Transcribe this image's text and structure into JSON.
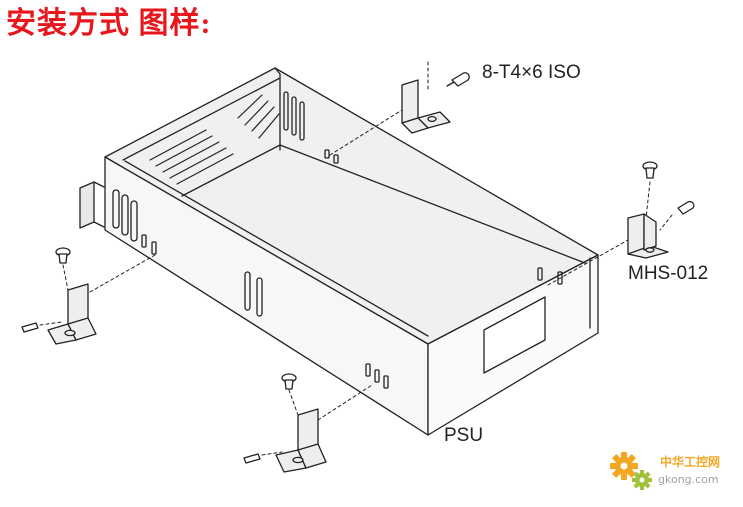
{
  "title": "安装方式 图样:",
  "labels": {
    "screw": "8-T4×6 ISO",
    "bracket": "MHS-012",
    "psu": "PSU"
  },
  "watermark": {
    "name": "中华工控网",
    "url": "gkong.com"
  },
  "colors": {
    "title": "#e8171d",
    "line": "#222222",
    "box_top": "#f0f0f0",
    "box_side": "#f7f7f7",
    "bracket": "#eeeeee",
    "watermark_orange": "#f5a623"
  },
  "icons": [
    "gear-icon",
    "screw-icon",
    "bracket-icon"
  ]
}
